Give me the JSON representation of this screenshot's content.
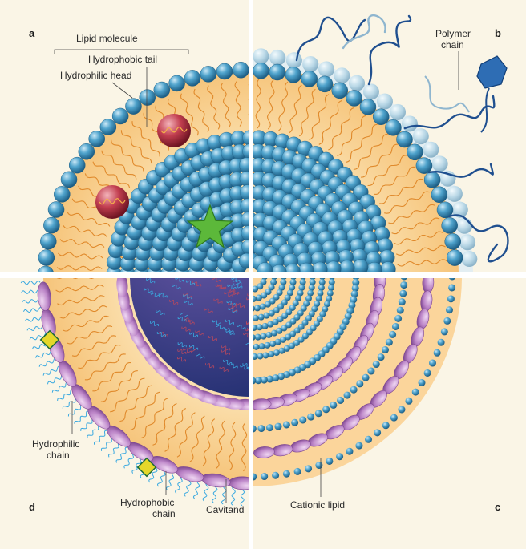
{
  "panels": {
    "a": "a",
    "b": "b",
    "c": "c",
    "d": "d"
  },
  "labels": {
    "lipid_molecule": "Lipid molecule",
    "hydrophobic_tail": "Hydrophobic tail",
    "hydrophilic_head": "Hydrophilic head",
    "polymer_chain_1": "Polymer",
    "polymer_chain_2": "chain",
    "hydrophilic_chain_1": "Hydrophilic",
    "hydrophilic_chain_2": "chain",
    "hydrophobic_chain_1": "Hydrophobic",
    "hydrophobic_chain_2": "chain",
    "cavitand": "Cavitand",
    "cationic_lipid": "Cationic lipid"
  },
  "colors": {
    "background": "#faf5e6",
    "lipid_core": "#fbd59b",
    "lipid_head": "#3f93bd",
    "tail": "#e08a2c",
    "polymer": "#1f4f8f",
    "polymer_light": "#8fb6cf",
    "drug_red": "#b53344",
    "drug_green": "#5cb83a",
    "dna_purple": "#b981c4",
    "cavitand_purple": "#c893d2",
    "cyan_chain": "#3aa9e0"
  }
}
